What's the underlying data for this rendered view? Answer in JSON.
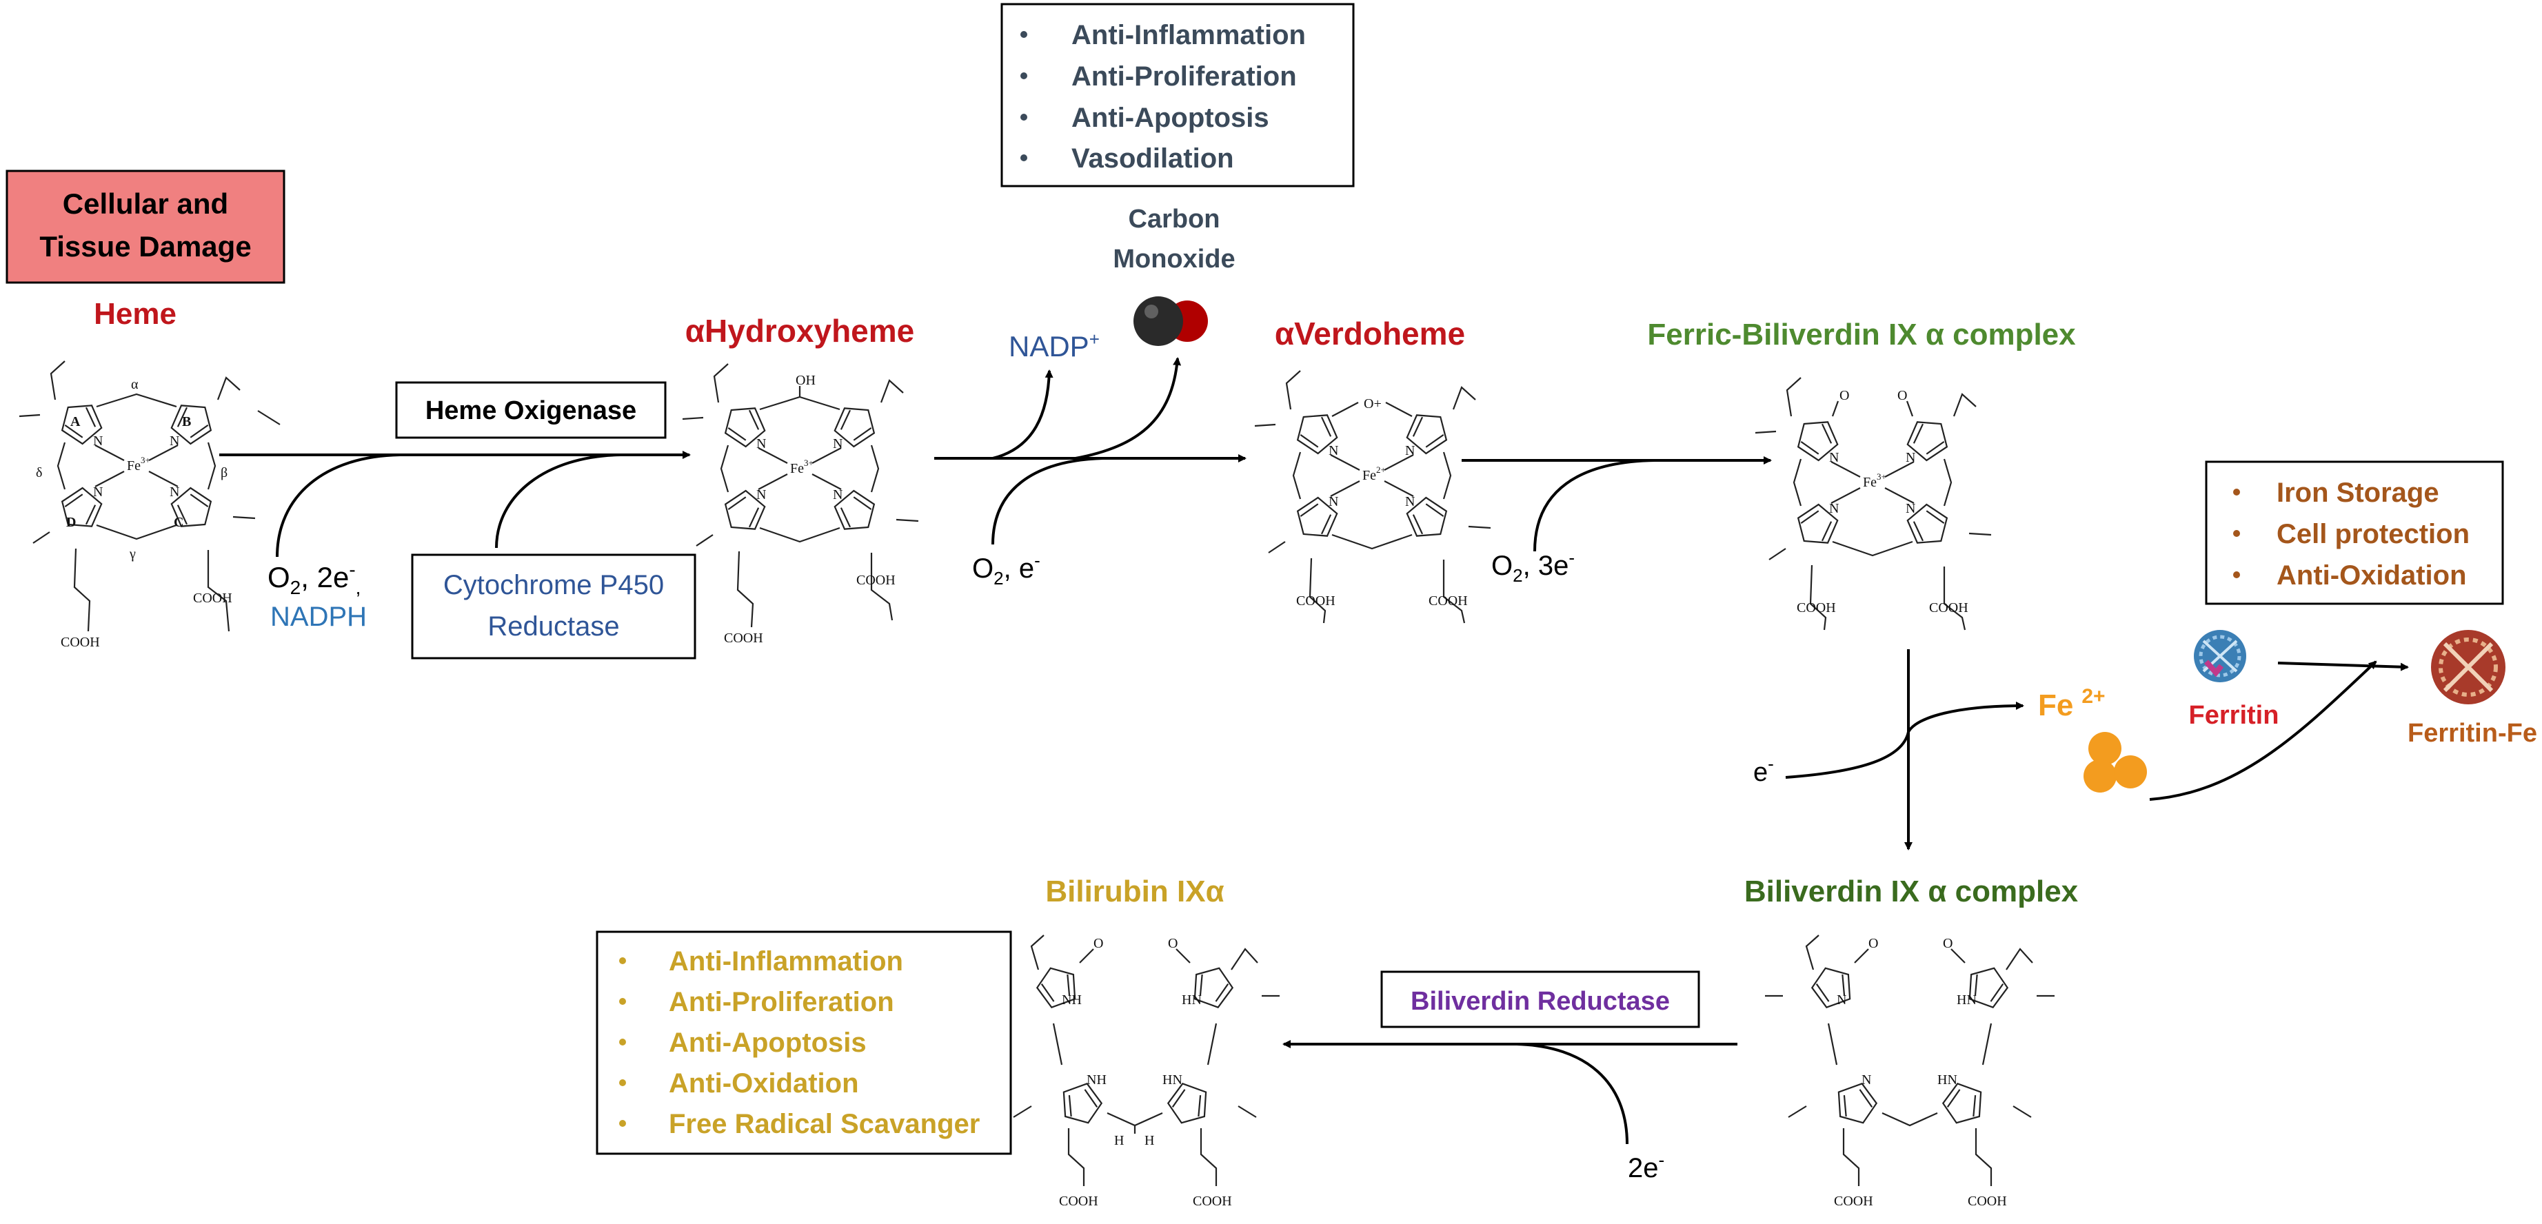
{
  "start_box": {
    "line1": "Cellular and",
    "line2": "Tissue Damage",
    "color": "#f08080"
  },
  "mol_labels": {
    "heme": "Heme",
    "hydroxyheme": "αHydroxyheme",
    "verdoheme": "αVerdoheme",
    "ferric": "Ferric-Biliverdin IX α complex",
    "biliverdin": "Biliverdin IX α complex",
    "bilirubin": "Bilirubin IXα"
  },
  "enzymes": {
    "heme_oxygenase": "Heme Oxigenase",
    "cyp_line1": "Cytochrome P450",
    "cyp_line2": "Reductase",
    "biliverdin_reductase": "Biliverdin Reductase"
  },
  "cofactors": {
    "heme_o2": "O",
    "heme_sub2": "2",
    "heme_2e": ", 2e",
    "heme_minus": "-",
    "heme_comma": ",",
    "nadph": "NADPH",
    "nadp": "NADP",
    "nadp_plus": "+",
    "step2_o2": "O",
    "step2_sub": "2",
    "step2_e": ", e",
    "step2_minus": "-",
    "step3_o2": "O",
    "step3_sub": "2",
    "step3_e": ", 3e",
    "step3_minus": "-",
    "fe_e": "e",
    "fe_minus": "-",
    "bili_e": "2e",
    "bili_minus": "-"
  },
  "co": {
    "line1": "Carbon",
    "line2": "Monoxide"
  },
  "co_effects": [
    "Anti-Inflammation",
    "Anti-Proliferation",
    "Anti-Apoptosis",
    "Vasodilation"
  ],
  "iron": {
    "fe": "Fe",
    "charge": "2+",
    "ferritin": "Ferritin",
    "ferritin_fe": "Ferritin-Fe"
  },
  "iron_effects": [
    "Iron Storage",
    "Cell protection",
    "Anti-Oxidation"
  ],
  "bilirubin_effects": [
    "Anti-Inflammation",
    "Anti-Proliferation",
    "Anti-Apoptosis",
    "Anti-Oxidation",
    "Free Radical Scavanger"
  ],
  "atoms": {
    "fe3": "Fe",
    "fe3_sup": "3+",
    "fe2": "Fe",
    "fe2_sup": "2+",
    "n": "N",
    "nh": "NH",
    "hn": "HN",
    "o": "O",
    "oh": "OH",
    "o_plus": "O+",
    "cooh": "COOH",
    "h": "H",
    "ring_a": "A",
    "ring_b": "B",
    "ring_c": "C",
    "ring_d": "D",
    "alpha": "α",
    "beta": "β",
    "gamma": "γ",
    "delta": "δ"
  },
  "colors": {
    "heme_red": "#c0161c",
    "enzyme_blue": "#2f5597",
    "nadph_blue": "#2e75b6",
    "ferric_green": "#4e8a2f",
    "biliverdin_green": "#3a6b1e",
    "bilirubin_gold": "#c9a227",
    "iron_orange": "#f39c1f",
    "ferritin_red": "#d62027",
    "ferritin_fe_brown": "#b85c1a",
    "co_dark": "#3b4a5a",
    "iron_brown": "#a4561b",
    "reductase_purple": "#6f2f9f"
  }
}
